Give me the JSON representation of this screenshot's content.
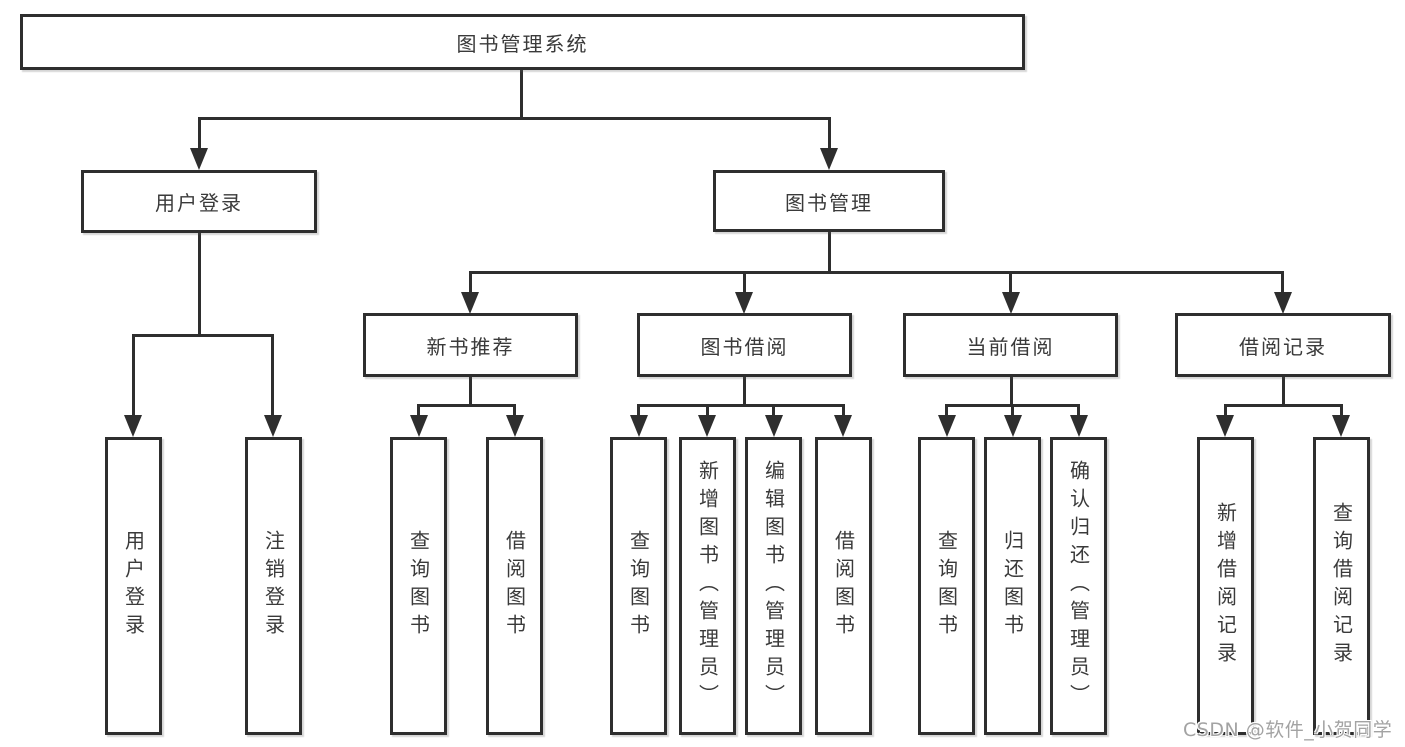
{
  "root": {
    "label": "图书管理系统"
  },
  "level2": {
    "user_login": {
      "label": "用户登录"
    },
    "book_mgmt": {
      "label": "图书管理"
    }
  },
  "level3": {
    "new_book": {
      "label": "新书推荐"
    },
    "book_borrow": {
      "label": "图书借阅"
    },
    "current_borrow": {
      "label": "当前借阅"
    },
    "borrow_record": {
      "label": "借阅记录"
    }
  },
  "level4": {
    "user_login": {
      "label": "用户登录"
    },
    "logout": {
      "label": "注销登录"
    },
    "query_books_a": {
      "label": "查询图书"
    },
    "borrow_books_a": {
      "label": "借阅图书"
    },
    "query_books_b": {
      "label": "查询图书"
    },
    "add_books_admin": {
      "label": "新增图书（管理员）"
    },
    "edit_books_admin": {
      "label": "编辑图书（管理员）"
    },
    "borrow_books_b": {
      "label": "借阅图书"
    },
    "query_books_c": {
      "label": "查询图书"
    },
    "return_books": {
      "label": "归还图书"
    },
    "confirm_return_admin": {
      "label": "确认归还（管理员）"
    },
    "add_borrow_record": {
      "label": "新增借阅记录"
    },
    "query_borrow_record": {
      "label": "查询借阅记录"
    }
  },
  "watermark": {
    "label": "CSDN @软件_小贺同学",
    "color": "#a3a3a3"
  },
  "colors": {
    "line": "#2e2e2e",
    "border": "#2e2e2e",
    "text": "#3a3a3a",
    "background": "#ffffff"
  }
}
